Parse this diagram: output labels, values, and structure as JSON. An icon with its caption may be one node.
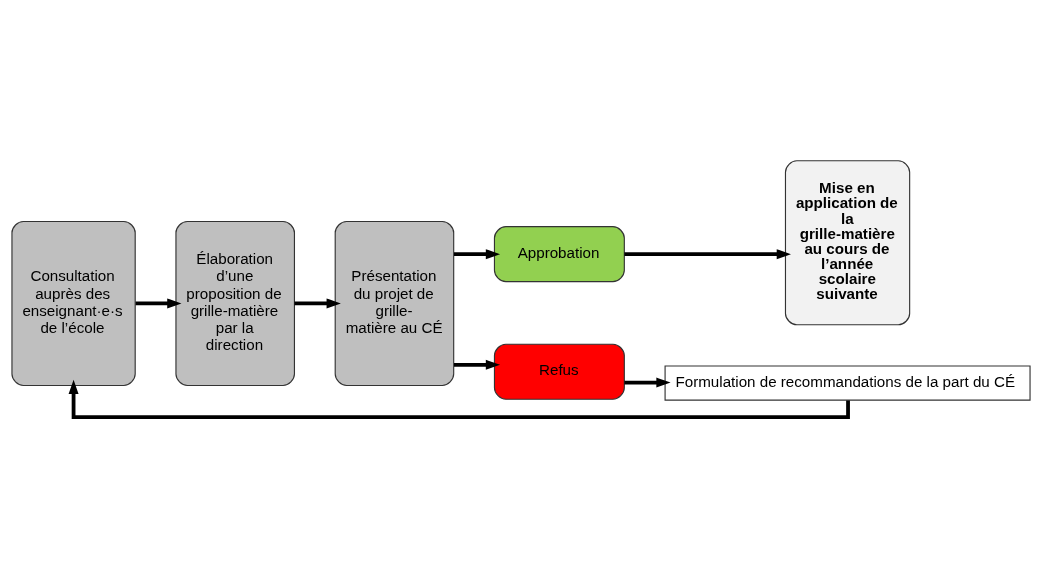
{
  "diagram": {
    "nodes": [
      {
        "text": [
          "Consultation auprès des enseignant·e·s de l’école"
        ]
      },
      {
        "text": [
          "Élaboration d’une proposition de grille-matière par la direction"
        ]
      },
      {
        "text": [
          "Présentation du projet de grille- matière au CÉ"
        ]
      },
      {
        "text": [
          "Approbation"
        ]
      },
      {
        "text": [
          "Mise en application de la grille-matière au cours de l’année scolaire suivante"
        ]
      },
      {
        "text": [
          "Refus"
        ]
      },
      {
        "text": [
          "Formulation de recommandations de la part du CÉ"
        ]
      }
    ],
    "edges": [
      {
        "from": 0,
        "to": 1,
        "arrow": "to"
      },
      {
        "from": 1,
        "to": 2,
        "arrow": "to"
      },
      {
        "from": 2,
        "to": 3,
        "arrow": "to"
      },
      {
        "from": 3,
        "to": 4,
        "arrow": "to"
      },
      {
        "from": 2,
        "to": 5,
        "arrow": "to"
      },
      {
        "from": 5,
        "to": 6,
        "arrow": "to"
      },
      {
        "from": 6,
        "to": 0,
        "arrow": "to"
      }
    ]
  }
}
